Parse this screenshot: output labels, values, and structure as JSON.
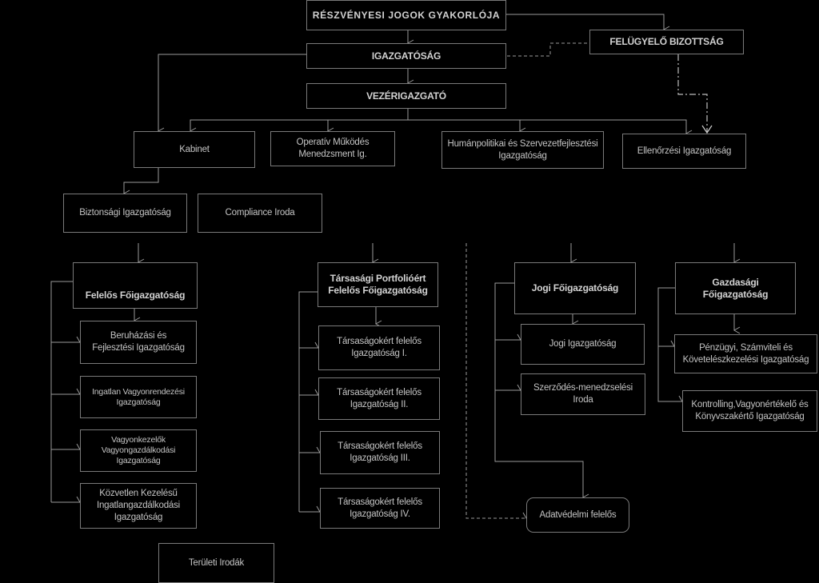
{
  "nodes": {
    "shareholder": "RÉSZVÉNYESI JOGOK GYAKORLÓJA",
    "supervisory_board": "FELÜGYELŐ BIZOTTSÁG",
    "board": "IGAZGATÓSÁG",
    "ceo": "VEZÉRIGAZGATÓ",
    "cabinet": "Kabinet",
    "operational": "Operatív Működés\nMenedzsment Ig.",
    "hr": "Humánpolitikai és  Szervezetfejlesztési\nIgazgatóság",
    "audit": "Ellenőrzési Igazgatóság",
    "security": "Biztonsági Igazgatóság",
    "compliance": "Compliance Iroda",
    "responsible": "Felelős Főigazgatóság",
    "investment": "Beruházási és\nFejlesztési Igazgatóság",
    "real_estate_mgmt": "Ingatlan Vagyonrendezési\nIgazgatóság",
    "asset_managers": "Vagyonkezelők\nVagyongazdálkodási\nIgazgatóság",
    "direct_mgmt": "Közvetlen Kezelésű\nIngatlangazdálkodási\nIgazgatóság",
    "regional": "Területi Irodák",
    "portfolio": "Társasági Portfolióért\nFelelős Főigazgatóság",
    "co1": "Társaságokért felelős\nIgazgatóság I.",
    "co2": "Társaságokért felelős\nIgazgatóság II.",
    "co3": "Társaságokért felelős\nIgazgatóság III.",
    "co4": "Társaságokért felelős\nIgazgatóság IV.",
    "legal_main": "Jogi Főigazgatóság",
    "legal": "Jogi Igazgatóság",
    "contract": "Szerződés-menedzselési\nIroda",
    "data_protection": "Adatvédelmi felelős",
    "finance_main": "Gazdasági\nFőigazgatóság",
    "finance": "Pénzügyi, Számviteli és\nKövetelészkezelési Igazgatóság",
    "controlling": "Kontrolling,Vagyonértékelő és\nKönyvszakértő Igazgatóság"
  },
  "colors": {
    "background": "#000000",
    "line": "#9a9a9a",
    "text": "#c8c8c8"
  }
}
